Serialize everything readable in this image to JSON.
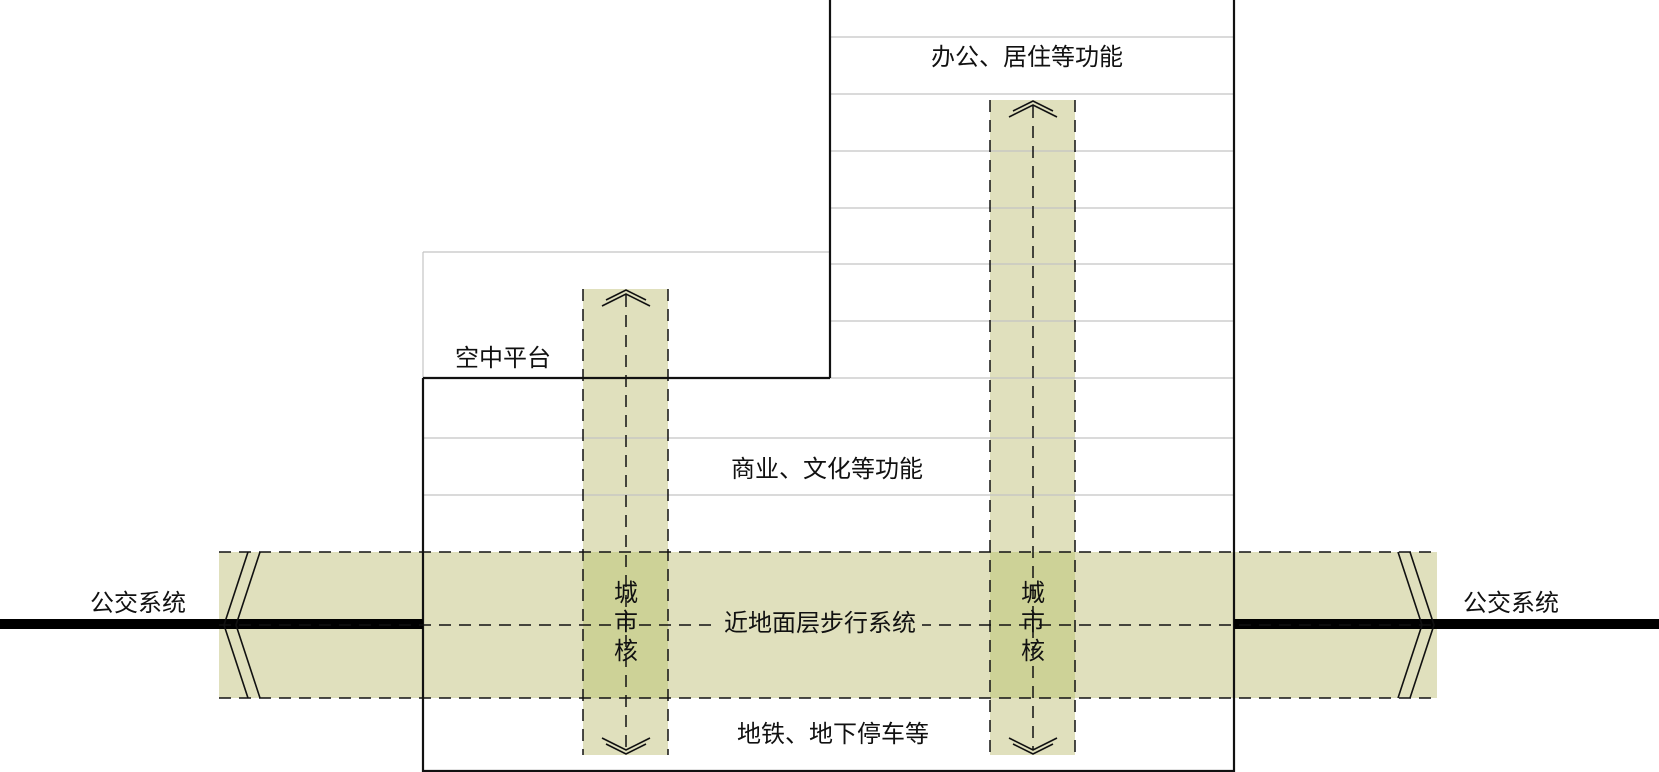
{
  "colors": {
    "band": "#e0e0bd",
    "core": "#cdd297",
    "outline": "#111111",
    "floor_line": "#c4c4c4",
    "transit_line": "#000000"
  },
  "labels": {
    "upper_function": "办公、居住等功能",
    "sky_platform": "空中平台",
    "mid_function": "商业、文化等功能",
    "walk_system": "近地面层步行系统",
    "underground": "地铁、地下停车等",
    "bus_left": "公交系统",
    "bus_right": "公交系统",
    "core_left": [
      "城",
      "市",
      "核"
    ],
    "core_right": [
      "城",
      "市",
      "核"
    ]
  },
  "icons": {
    "flow_arrow": "chevron-arrow-icon",
    "dashed_axis": "dashed-axis-line"
  }
}
